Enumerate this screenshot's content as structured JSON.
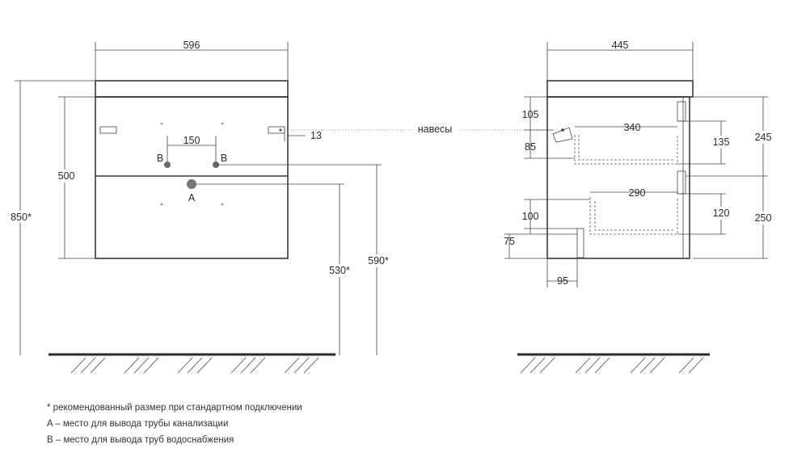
{
  "front_view": {
    "width": "596",
    "body_height": "500",
    "total_height": "850*",
    "pipe_spacing": "150",
    "hinge_offset": "13",
    "label_b_left": "B",
    "label_b_right": "B",
    "label_a": "A",
    "height_a": "530*",
    "height_b": "590*"
  },
  "hinge_label": "навесы",
  "side_view": {
    "depth": "445",
    "d105": "105",
    "d85": "85",
    "d340": "340",
    "d135": "135",
    "d245": "245",
    "d290": "290",
    "d100": "100",
    "d120": "120",
    "d250": "250",
    "d75": "75",
    "d95": "95"
  },
  "legend": [
    "* рекомендованный размер при стандартном подключении",
    "A – место для вывода трубы канализации",
    "B – место для вывода труб водоснабжения"
  ]
}
